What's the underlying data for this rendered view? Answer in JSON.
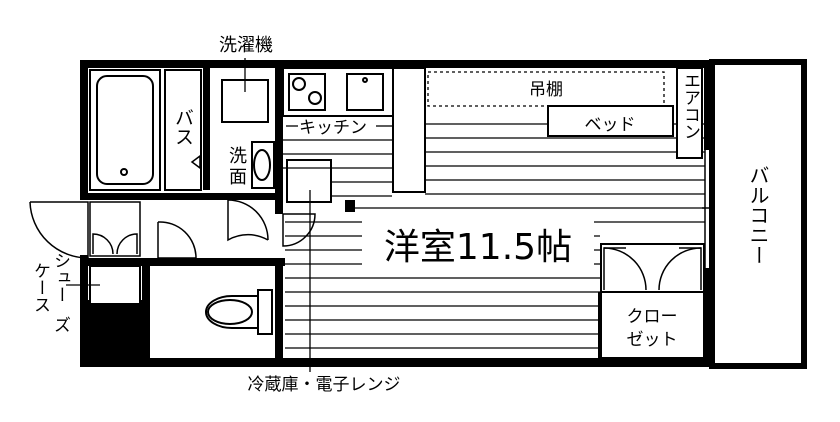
{
  "labels": {
    "washing_machine": "洗濯機",
    "bath": "バス",
    "washbasin": "洗面",
    "kitchen": "キッチン",
    "hanging_shelf": "吊棚",
    "bed": "ベッド",
    "aircon": "エアコン",
    "balcony": "バルコニー",
    "room": "洋室11.5帖",
    "closet_line1": "クロー",
    "closet_line2": "ゼット",
    "shoe_case_line1": "シュー",
    "shoe_case_line2": "ズ",
    "shoe_case_line3": "ケース",
    "fridge": "冷蔵庫・電子レンジ"
  },
  "colors": {
    "wall": "#000000",
    "floor_line": "#000000",
    "background": "#ffffff"
  },
  "icons": [
    "bathtub-icon",
    "washbasin-icon",
    "stove-icon",
    "sink-icon",
    "toilet-icon",
    "door-swing-icon"
  ]
}
